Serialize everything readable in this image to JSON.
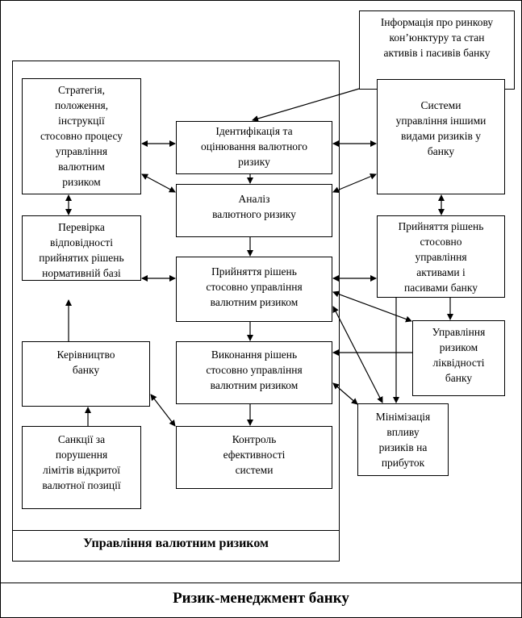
{
  "outer_title": "Ризик-менеджмент банку",
  "inner_title": "Управління валютним ризиком",
  "boxes": {
    "info": [
      "Інформація про ринкову",
      "кон’юнктуру та стан",
      "активів і пасивів банку"
    ],
    "strategy": [
      "Стратегія,",
      "положення,",
      "інструкції",
      "стосовно процесу",
      "управління",
      "валютним",
      "ризиком"
    ],
    "identification": [
      "Ідентифікація та",
      "оцінювання валютного",
      "ризику"
    ],
    "analysis": [
      "Аналіз",
      "валютного ризику"
    ],
    "other_systems": [
      "Системи",
      "управління іншими",
      "видами ризиків у",
      "банку"
    ],
    "compliance": [
      "Перевірка",
      "відповідності",
      "прийнятих рішень",
      "нормативній базі"
    ],
    "decision": [
      "Прийняття рішень",
      "стосовно управління",
      "валютним ризиком"
    ],
    "assets_decision": [
      "Прийняття рішень",
      "стосовно",
      "управління",
      "активами і",
      "пасивами банку"
    ],
    "management": [
      "Керівництво",
      "банку"
    ],
    "execution": [
      "Виконання рішень",
      "стосовно управління",
      "валютним ризиком"
    ],
    "liquidity": [
      "Управління",
      "ризиком",
      "ліквідності",
      "банку"
    ],
    "minimization": [
      "Мінімізація",
      "впливу",
      "ризиків на",
      "прибуток"
    ],
    "sanctions": [
      "Санкції за",
      "порушення",
      "лімітів відкритої",
      "валютної позиції"
    ],
    "control": [
      "Контроль",
      "ефективності",
      "системи"
    ]
  }
}
